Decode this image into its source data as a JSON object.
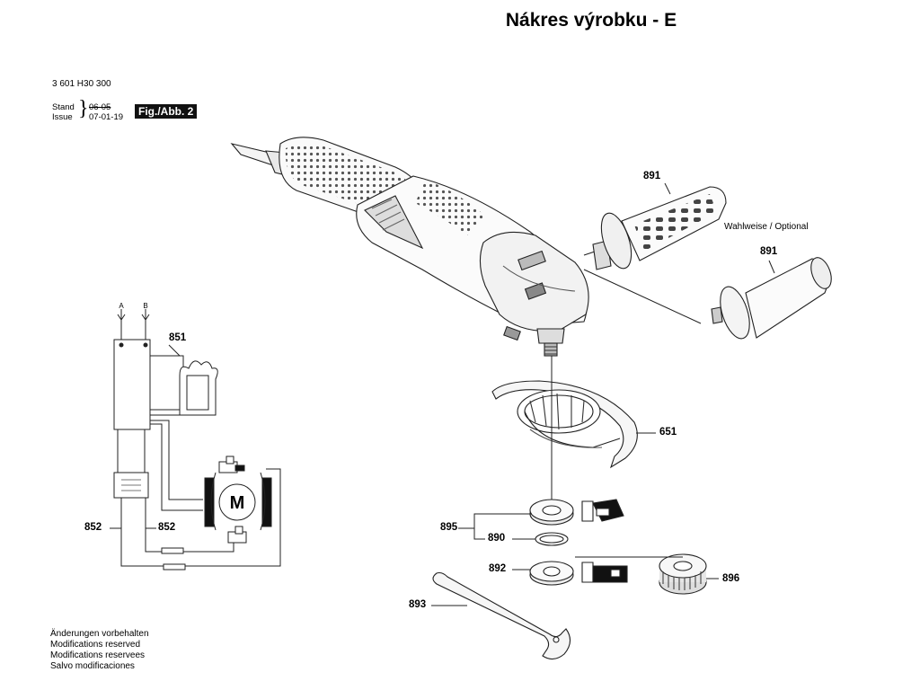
{
  "title": "Nákres výrobku - E",
  "header": {
    "doc_number": "3 601 H30 300",
    "stand_label": "Stand",
    "issue_label": "Issue",
    "stand_value": "06-05",
    "issue_value": "07-01-19",
    "figure_tag": "Fig./Abb. 2"
  },
  "optional_note": "Wahlweise / Optional",
  "parts": {
    "p891a": "891",
    "p891b": "891",
    "p651": "651",
    "p895": "895",
    "p890": "890",
    "p892": "892",
    "p896": "896",
    "p893": "893",
    "p851": "851",
    "p852a": "852",
    "p852b": "852"
  },
  "terminals": {
    "a": "A",
    "b": "B"
  },
  "motor_symbol": "M",
  "notes": [
    "Änderungen vorbehalten",
    "Modifications reserved",
    "Modifications reservees",
    "Salvo modificaciones"
  ]
}
